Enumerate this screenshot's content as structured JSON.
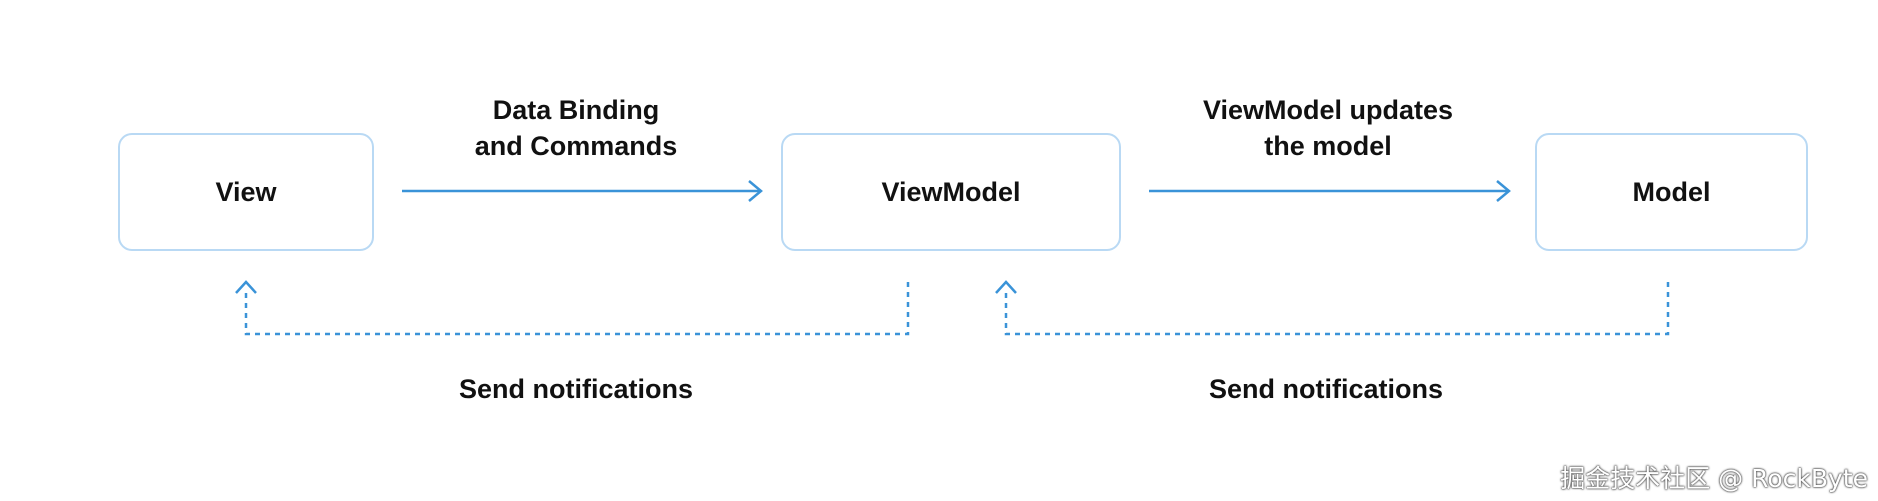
{
  "nodes": {
    "view": "View",
    "viewmodel": "ViewModel",
    "model": "Model"
  },
  "edges": {
    "view_to_viewmodel": {
      "line1": "Data Binding",
      "line2": "and Commands"
    },
    "viewmodel_to_model": {
      "line1": "ViewModel updates",
      "line2": "the model"
    },
    "viewmodel_notify_view": "Send notifications",
    "model_notify_viewmodel": "Send notifications"
  },
  "watermark": "掘金技术社区 @ RockByte",
  "colors": {
    "arrow": "#3a93d8",
    "box_border": "#b9d9f4"
  }
}
